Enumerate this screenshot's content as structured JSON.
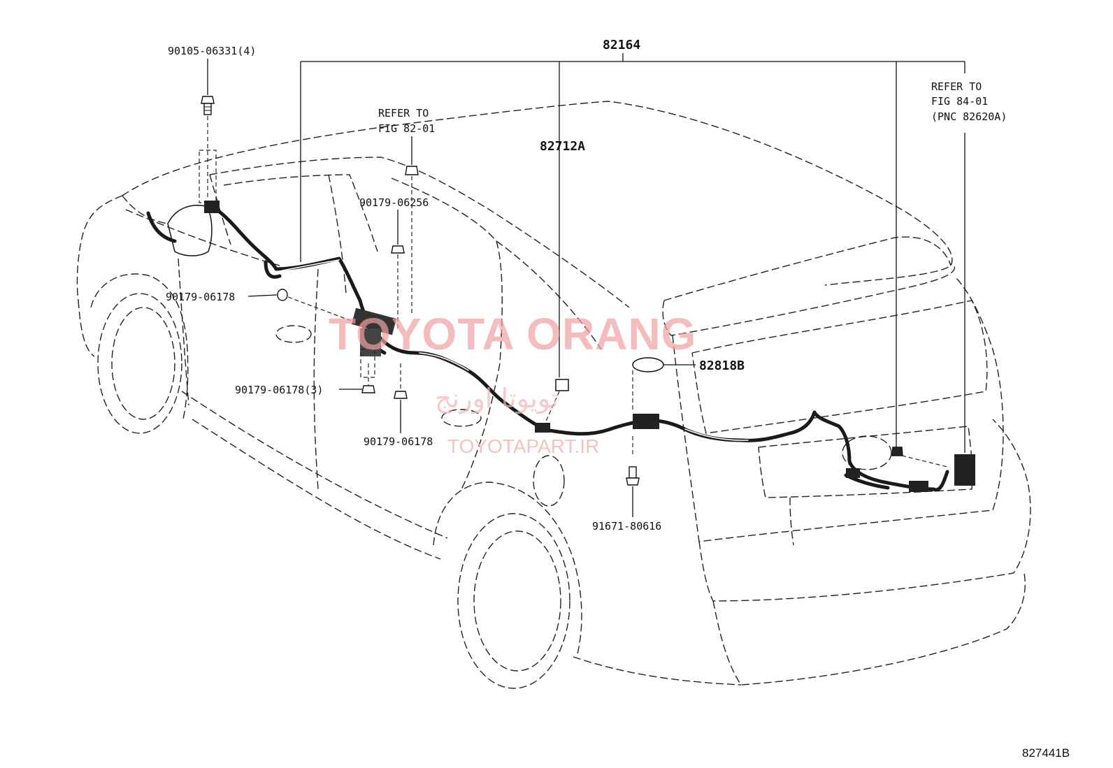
{
  "diagram": {
    "main_part": "82164",
    "labels": {
      "bolt_top": "90105-06331(4)",
      "refer_fig8201_line1": "REFER TO",
      "refer_fig8201_line2": "FIG 82-01",
      "clip_06256": "90179-06256",
      "nut_06178_a": "90179-06178",
      "nut_06178_3": "90179-06178(3)",
      "nut_06178_b": "90179-06178",
      "part_82712A": "82712A",
      "part_82818B": "82818B",
      "bolt_80616": "91671-80616",
      "refer_fig8401_line1": "REFER TO",
      "refer_fig8401_line2": "FIG 84-01",
      "refer_fig8401_line3": "(PNC 82620A)"
    },
    "figure_number": "827441B"
  },
  "watermark": {
    "brand": "TOYOTA ORANG",
    "arabic": "تويوتا اورنج",
    "url": "TOYOTAPART.IR"
  }
}
